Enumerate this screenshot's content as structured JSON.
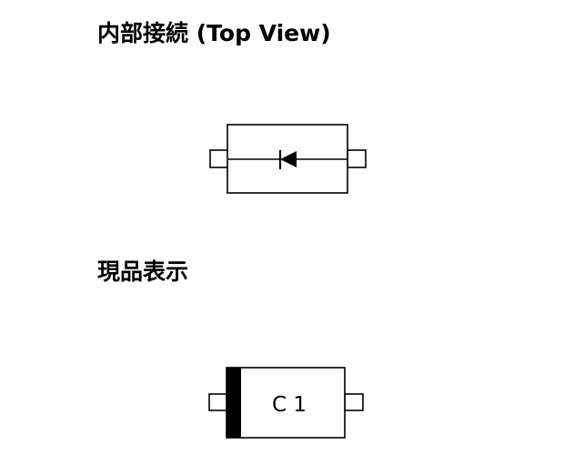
{
  "sections": {
    "internal_connection": {
      "title": "内部接続",
      "subtitle": "(Top View)"
    },
    "product_marking": {
      "title": "現品表示",
      "marking_code": "C 1"
    }
  },
  "colors": {
    "line": "#000000",
    "background": "#ffffff"
  },
  "icons": {
    "diode_symbol": "diode-icon",
    "cathode_band": "cathode-band"
  }
}
